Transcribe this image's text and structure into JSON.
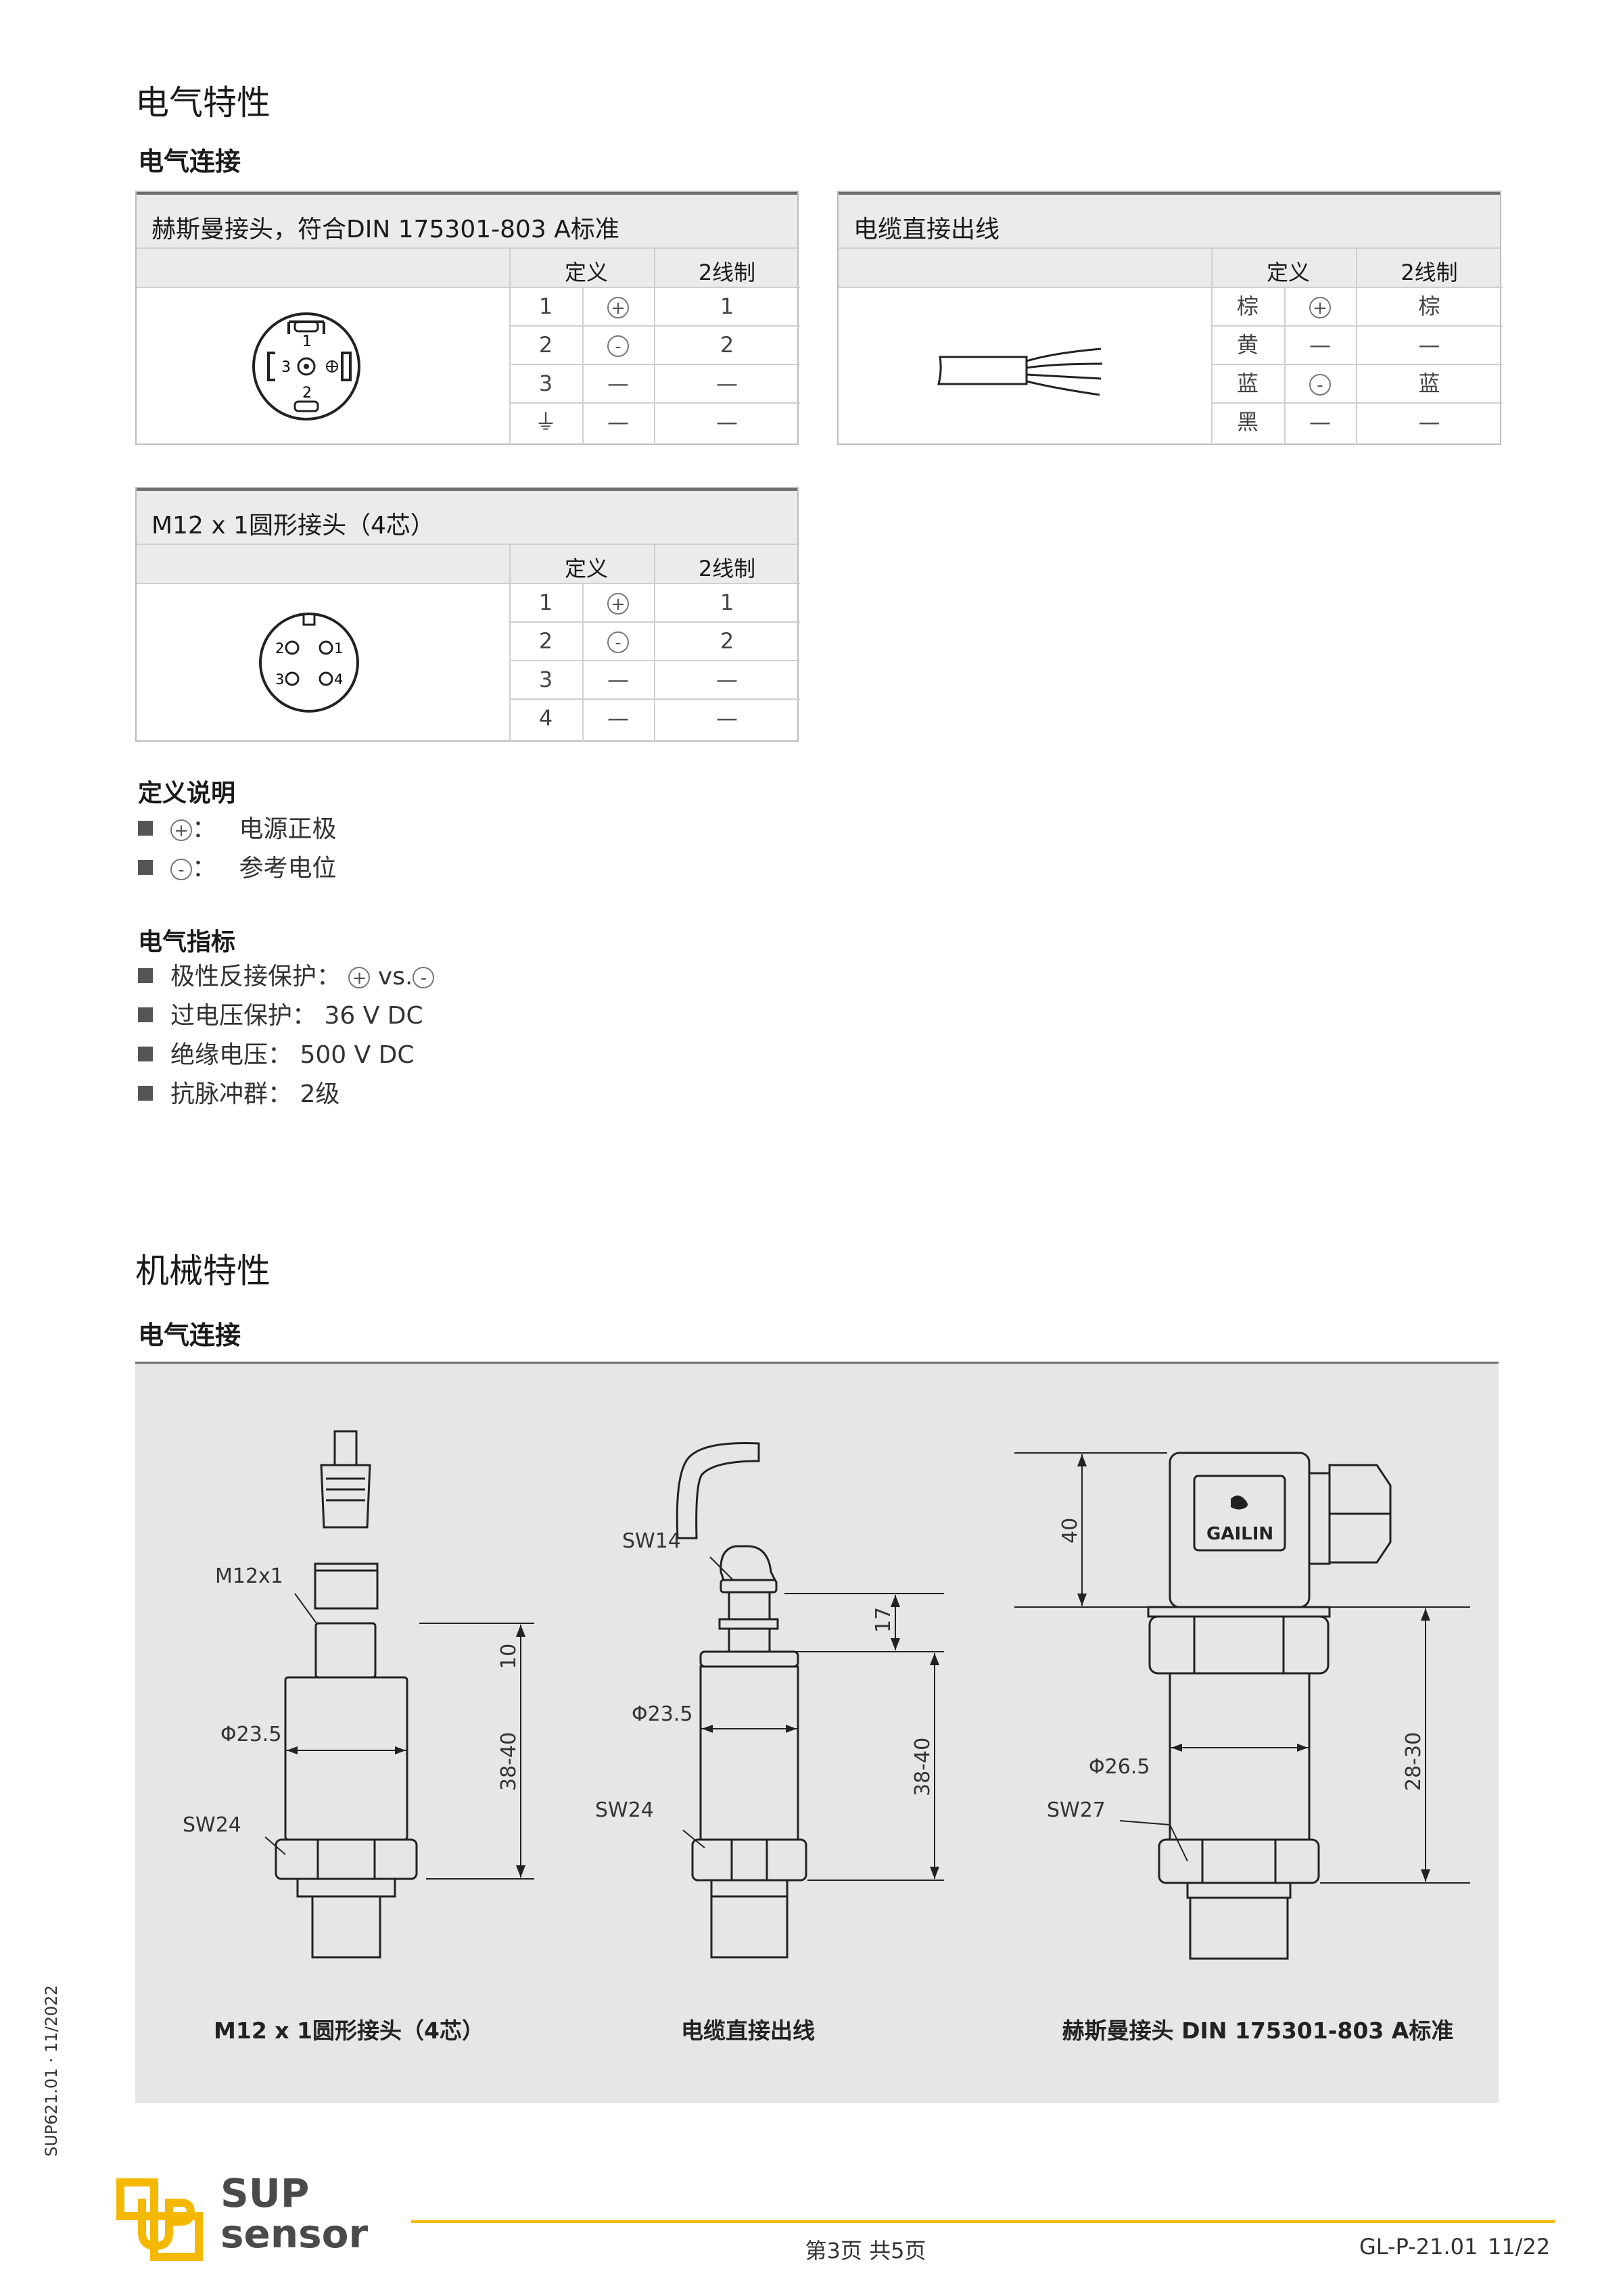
{
  "section1": {
    "title": "电气特性",
    "subtitle": "电气连接"
  },
  "table_din": {
    "title": "赫斯曼接头，符合DIN 175301-803 A标准",
    "header": {
      "def": "定义",
      "wire2": "2线制"
    },
    "rows": [
      {
        "pin": "1",
        "def": "+",
        "wire2": "1"
      },
      {
        "pin": "2",
        "def": "-",
        "wire2": "2"
      },
      {
        "pin": "3",
        "def": "—",
        "wire2": "—"
      },
      {
        "pin": "⏚",
        "def": "—",
        "wire2": "—"
      }
    ],
    "connector_labels": {
      "top": "1",
      "left": "3",
      "bottom": "2"
    }
  },
  "table_cable": {
    "title": "电缆直接出线",
    "header": {
      "def": "定义",
      "wire2": "2线制"
    },
    "rows": [
      {
        "pin": "棕",
        "def": "+",
        "wire2": "棕"
      },
      {
        "pin": "黄",
        "def": "—",
        "wire2": "—"
      },
      {
        "pin": "蓝",
        "def": "-",
        "wire2": "蓝"
      },
      {
        "pin": "黑",
        "def": "—",
        "wire2": "—"
      }
    ]
  },
  "table_m12": {
    "title": "M12 x 1圆形接头（4芯）",
    "header": {
      "def": "定义",
      "wire2": "2线制"
    },
    "rows": [
      {
        "pin": "1",
        "def": "+",
        "wire2": "1"
      },
      {
        "pin": "2",
        "def": "-",
        "wire2": "2"
      },
      {
        "pin": "3",
        "def": "—",
        "wire2": "—"
      },
      {
        "pin": "4",
        "def": "—",
        "wire2": "—"
      }
    ],
    "connector_labels": {
      "p1": "1",
      "p2": "2",
      "p3": "3",
      "p4": "4"
    }
  },
  "definitions": {
    "title": "定义说明",
    "items": [
      {
        "symbol": "+",
        "text": "电源正极"
      },
      {
        "symbol": "-",
        "text": "参考电位"
      }
    ]
  },
  "electrical": {
    "title": "电气指标",
    "polarity_label": "极性反接保护：",
    "polarity_sym_a": "+",
    "polarity_vs": "vs.",
    "polarity_sym_b": "-",
    "overvoltage": "过电压保护：  36 V DC",
    "insulation": "绝缘电压：  500 V DC",
    "burst": "抗脉冲群：  2级"
  },
  "section2": {
    "title": "机械特性",
    "subtitle": "电气连接"
  },
  "mechanical": {
    "drawing1": {
      "m12": "M12x1",
      "dia": "Φ23.5",
      "sw": "SW24",
      "dim_top": "10",
      "dim_body": "38-40",
      "caption": "M12 x 1圆形接头（4芯）"
    },
    "drawing2": {
      "sw_top": "SW14",
      "dia": "Φ23.5",
      "sw": "SW24",
      "dim_top": "17",
      "dim_body": "38-40",
      "caption": "电缆直接出线"
    },
    "drawing3": {
      "brand": "GAILIN",
      "dim_top": "40",
      "dia": "Φ26.5",
      "sw": "SW27",
      "dim_body": "28-30",
      "caption": "赫斯曼接头 DIN 175301-803 A标准"
    }
  },
  "footer": {
    "side_text": "SUP621.01 · 11/2022",
    "logo_line1": "SUP",
    "logo_line2": "sensor",
    "page": "第3页 共5页",
    "doc_code": "GL-P-21.01",
    "doc_date": "11/22",
    "accent": "#f5b800"
  }
}
